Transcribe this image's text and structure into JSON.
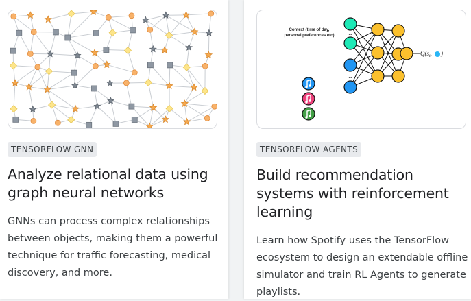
{
  "cards": [
    {
      "badge": "TENSORFLOW GNN",
      "title": "Analyze relational data using graph neural networks",
      "description": "GNNs can process complex relationships between objects, making them a powerful technique for traffic forecasting, medical discovery, and more.",
      "image": "graph-network-illustration"
    },
    {
      "badge": "TENSORFLOW AGENTS",
      "title": "Build recommendation systems with reinforcement learning",
      "description": "Learn how Spotify uses the TensorFlow ecosystem to design an extendable offline simulator and train RL Agents to generate playlists.",
      "image": "neural-network-diagram",
      "diagram": {
        "context_label_line1": "Context (time of day,",
        "context_label_line2": "personal preferences etc)",
        "ellipsis": "...",
        "q_label": "Q(s",
        "q_label_sub": "t",
        "q_label_comma": ",",
        "q_label_end": ")",
        "icons": [
          "music-note-icon",
          "music-note-icon",
          "music-note-icon"
        ],
        "colors": {
          "teal": "#1de9b6",
          "blue": "#2196f3",
          "yellow": "#fbc02d",
          "pink": "#ec407a",
          "green": "#43a047"
        }
      }
    }
  ]
}
